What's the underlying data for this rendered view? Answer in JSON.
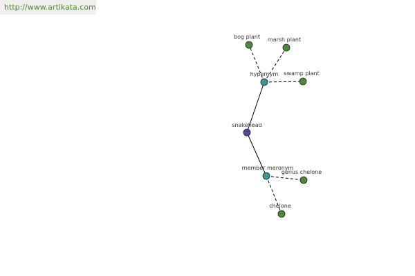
{
  "banner": {
    "url": "http://www.artikata.com"
  },
  "colors": {
    "center": "#4a4aa6",
    "relation": "#3f9696",
    "leaf": "#4a8a3a",
    "banner_bg": "#efefef",
    "banner_text": "#4a8a2a"
  },
  "graph": {
    "nodes": [
      {
        "id": "snakehead",
        "label": "snakehead",
        "kind": "center"
      },
      {
        "id": "hypernym",
        "label": "hypernym",
        "kind": "relation"
      },
      {
        "id": "member_meronym",
        "label": "member meronym",
        "kind": "relation"
      },
      {
        "id": "bog_plant",
        "label": "bog plant",
        "kind": "leaf"
      },
      {
        "id": "marsh_plant",
        "label": "marsh plant",
        "kind": "leaf"
      },
      {
        "id": "swamp_plant",
        "label": "swamp plant",
        "kind": "leaf"
      },
      {
        "id": "genus_chelone",
        "label": "genus chelone",
        "kind": "leaf"
      },
      {
        "id": "chelone",
        "label": "chelone",
        "kind": "leaf"
      }
    ],
    "edges": [
      {
        "from": "snakehead",
        "to": "hypernym",
        "style": "solid"
      },
      {
        "from": "snakehead",
        "to": "member_meronym",
        "style": "solid"
      },
      {
        "from": "hypernym",
        "to": "bog_plant",
        "style": "dashed"
      },
      {
        "from": "hypernym",
        "to": "marsh_plant",
        "style": "dashed"
      },
      {
        "from": "hypernym",
        "to": "swamp_plant",
        "style": "dashed"
      },
      {
        "from": "member_meronym",
        "to": "genus_chelone",
        "style": "dashed"
      },
      {
        "from": "member_meronym",
        "to": "chelone",
        "style": "dashed"
      }
    ]
  }
}
